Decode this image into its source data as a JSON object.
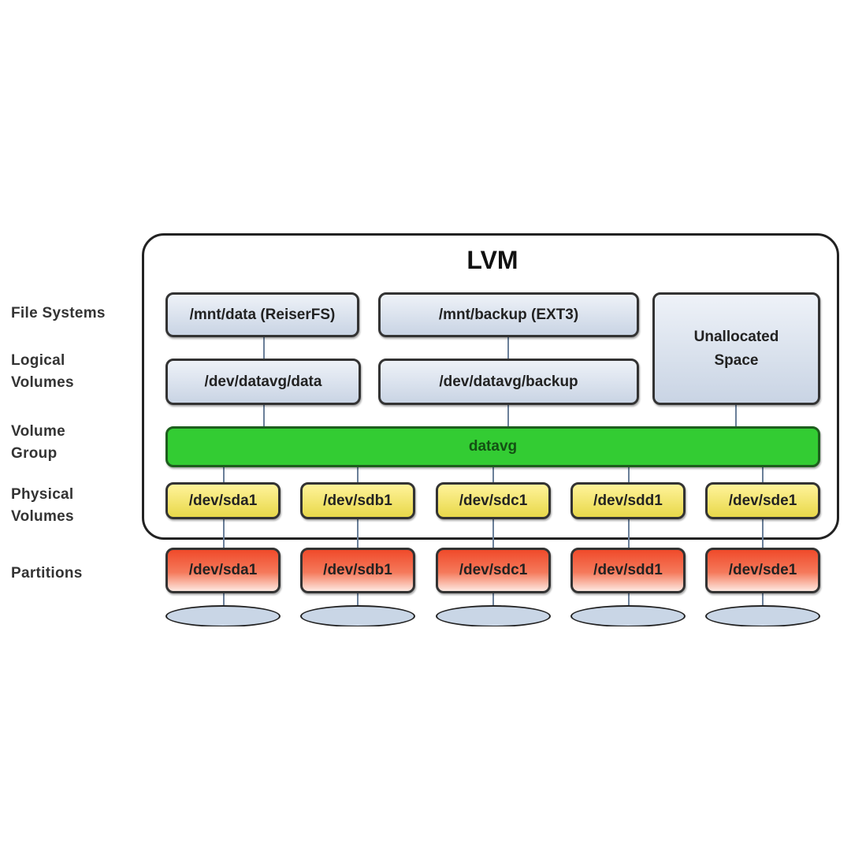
{
  "title": "LVM",
  "layer_labels": {
    "file_systems": "File Systems",
    "logical_volumes": [
      "Logical",
      "Volumes"
    ],
    "volume_group": [
      "Volume",
      "Group"
    ],
    "physical_volumes": [
      "Physical",
      "Volumes"
    ],
    "partitions": "Partitions"
  },
  "file_systems": [
    "/mnt/data (ReiserFS)",
    "/mnt/backup (EXT3)"
  ],
  "unallocated": [
    "Unallocated",
    "Space"
  ],
  "logical_volumes": [
    "/dev/datavg/data",
    "/dev/datavg/backup"
  ],
  "volume_group": "datavg",
  "physical_volumes": [
    "/dev/sda1",
    "/dev/sdb1",
    "/dev/sdc1",
    "/dev/sdd1",
    "/dev/sde1"
  ],
  "partitions": [
    "/dev/sda1",
    "/dev/sdb1",
    "/dev/sdc1",
    "/dev/sdd1",
    "/dev/sde1"
  ],
  "colors": {
    "volume_group": "#33cc33",
    "physical_volume": "#f5e66a",
    "partition": "#f04a2a",
    "logical": "#d6dfec"
  }
}
